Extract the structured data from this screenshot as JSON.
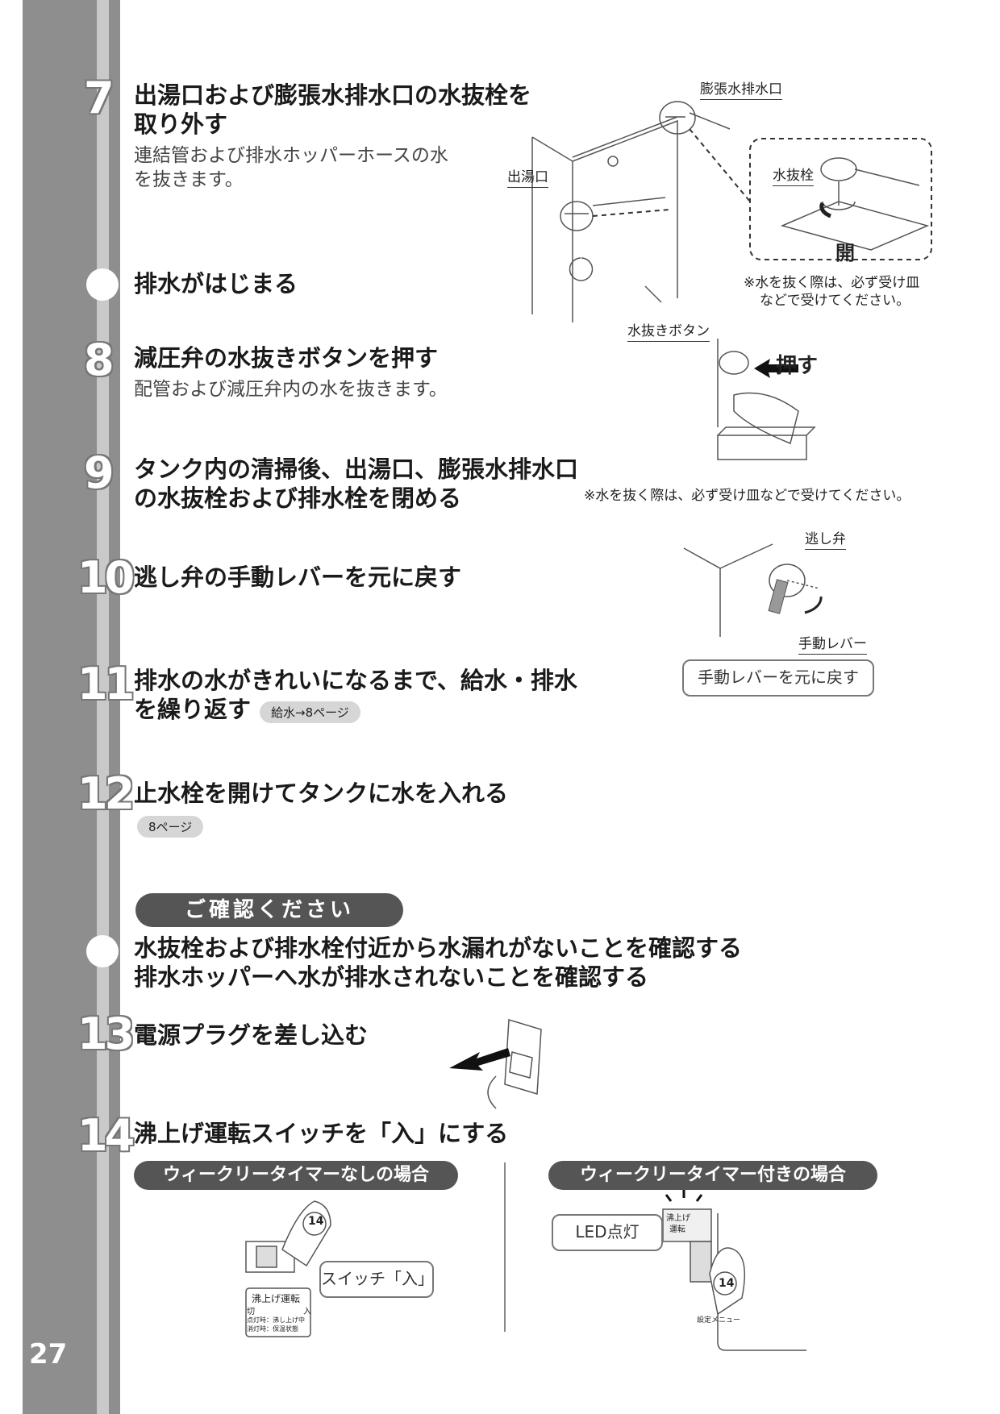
{
  "page_number": "27",
  "steps": {
    "s7": {
      "num": "7",
      "title1": "出湯口および膨張水排水口の水抜栓を",
      "title2": "取り外す",
      "body1": "連結管および排水ホッパーホースの水",
      "body2": "を抜きます。"
    },
    "s7b": {
      "title": "排水がはじまる"
    },
    "s8": {
      "num": "8",
      "title": "減圧弁の水抜きボタンを押す",
      "body": "配管および減圧弁内の水を抜きます。"
    },
    "s9": {
      "num": "9",
      "title1": "タンク内の清掃後、出湯口、膨張水排水口",
      "title2": "の水抜栓および排水栓を閉める"
    },
    "s10": {
      "num": "10",
      "title": "逃し弁の手動レバーを元に戻す"
    },
    "s11": {
      "num": "11",
      "title1": "排水の水がきれいになるまで、給水・排水",
      "title2": "を繰り返す",
      "ref": "給水→8ページ"
    },
    "s12": {
      "num": "12",
      "title": "止水栓を開けてタンクに水を入れる",
      "ref": "8ページ"
    },
    "confirm": {
      "badge": "ご確認ください",
      "line1": "水抜栓および排水栓付近から水漏れがないことを確認する",
      "line2": "排水ホッパーへ水が排水されないことを確認する"
    },
    "s13": {
      "num": "13",
      "title": "電源プラグを差し込む"
    },
    "s14": {
      "num": "14",
      "title": "沸上げ運転スイッチを「入」にする",
      "case_a": "ウィークリータイマーなしの場合",
      "case_b": "ウィークリータイマー付きの場合"
    }
  },
  "figures": {
    "fig1": {
      "label_expansion_drain": "膨張水排水口",
      "label_outlet": "出湯口",
      "label_drain_plug": "水抜栓",
      "label_open": "開",
      "note1": "※水を抜く際は、必ず受け皿",
      "note2": "などで受けてください。"
    },
    "fig2": {
      "label_button": "水抜きボタン",
      "label_push": "押す",
      "note": "※水を抜く際は、必ず受け皿などで受けてください。"
    },
    "fig3": {
      "label_valve": "逃し弁",
      "label_lever": "手動レバー",
      "callout": "手動レバーを元に戻す"
    },
    "fig5": {
      "callout_switch": "スイッチ「入」",
      "hand_num": "14",
      "panel_title": "沸上げ運転",
      "panel_off": "切",
      "panel_on": "入",
      "panel_line1": "点灯時：沸し上げ中",
      "panel_line2": "消灯時：保温状態"
    },
    "fig6": {
      "callout_led": "LED点灯",
      "button_text1": "沸上げ",
      "button_text2": "運転",
      "hand_num": "14",
      "small_label": "設定メニュー"
    }
  }
}
